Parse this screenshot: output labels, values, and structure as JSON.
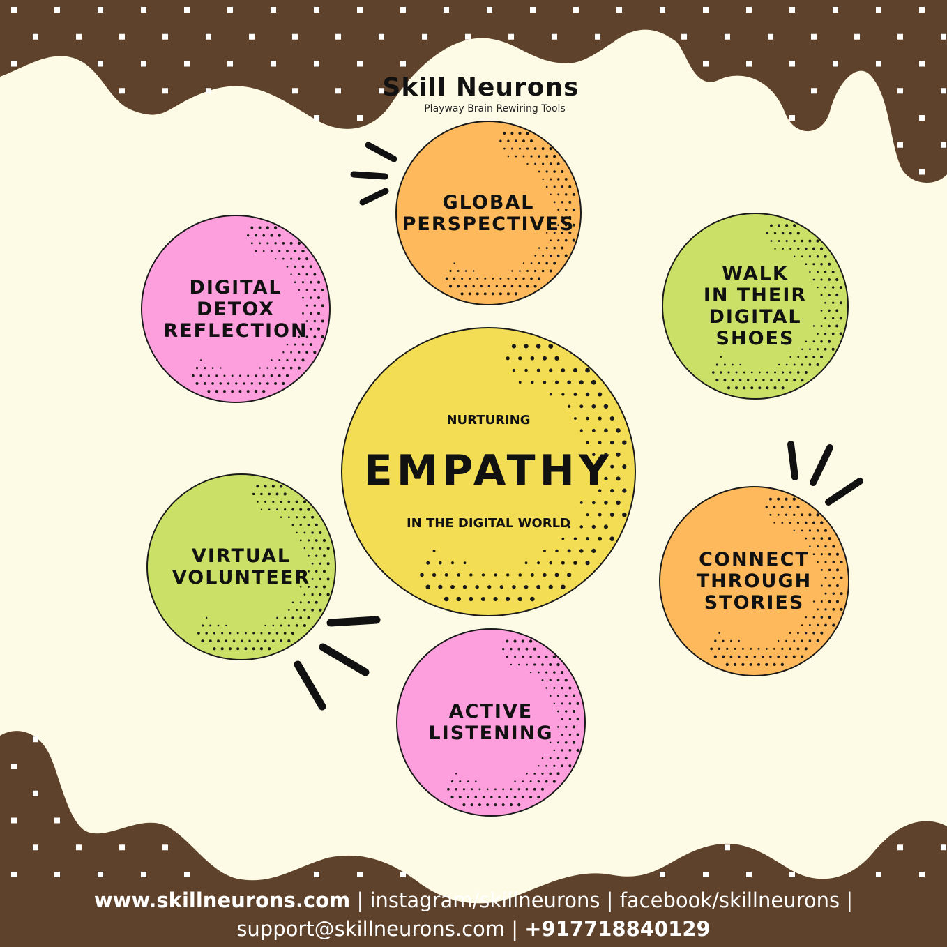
{
  "brand": {
    "name": "Skill Neurons",
    "tagline": "Playway Brain Rewiring Tools"
  },
  "center": {
    "pre": "NURTURING",
    "main": "EMPATHY",
    "post": "IN THE DIGITAL WORLD",
    "color": "#f2dd55"
  },
  "bubbles": [
    {
      "id": "global",
      "lines": [
        "GLOBAL",
        "PERSPECTIVES"
      ],
      "color": "#fdb95b"
    },
    {
      "id": "detox",
      "lines": [
        "DIGITAL",
        "DETOX",
        "REFLECTION"
      ],
      "color": "#fd9fdd"
    },
    {
      "id": "walk",
      "lines": [
        "WALK",
        "IN THEIR",
        "DIGITAL",
        "SHOES"
      ],
      "color": "#cbe066"
    },
    {
      "id": "volunteer",
      "lines": [
        "VIRTUAL",
        "VOLUNTEER"
      ],
      "color": "#cbe066"
    },
    {
      "id": "stories",
      "lines": [
        "CONNECT",
        "THROUGH",
        "STORIES"
      ],
      "color": "#fdb95b"
    },
    {
      "id": "listening",
      "lines": [
        "ACTIVE",
        "LISTENING"
      ],
      "color": "#fd9fdd"
    }
  ],
  "footer": {
    "website": "www.skillneurons.com",
    "sep1": " | ",
    "instagram": "instagram/skillneurons",
    "sep2": "  |  ",
    "facebook": "facebook/skillneurons",
    "sep3": " |",
    "email": "support@skillneurons.com",
    "sep4": " | ",
    "phone": "+917718840129"
  },
  "colors": {
    "background": "#fdfbe6",
    "drip": "#5f422b",
    "outline": "#1a1a1a"
  }
}
